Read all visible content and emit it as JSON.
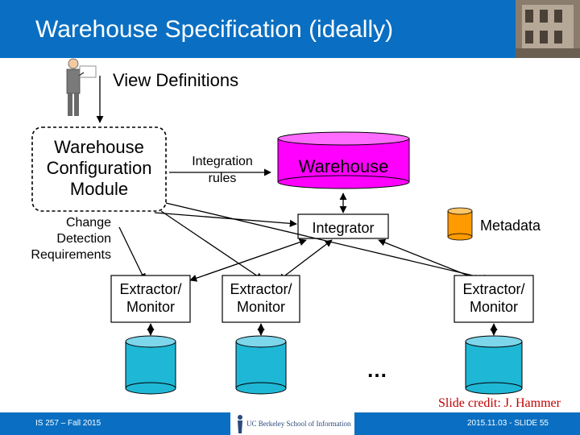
{
  "slide": {
    "title": "Warehouse Specification (ideally)"
  },
  "diagram": {
    "view_definitions": "View Definitions",
    "config_module": "Warehouse Configuration Module",
    "integration_rules": "Integration rules",
    "change_detection": "Change Detection Requirements",
    "warehouse": "Warehouse",
    "integrator": "Integrator",
    "metadata": "Metadata",
    "extractor1": "Extractor/ Monitor",
    "extractor2": "Extractor/ Monitor",
    "extractor3": "Extractor/ Monitor",
    "ellipsis": "…",
    "credit": "Slide credit: J. Hammer"
  },
  "footer": {
    "course": "IS 257 – Fall 2015",
    "logo_text": "UC Berkeley School of Information",
    "slide_info": "2015.11.03 - SLIDE 55"
  },
  "colors": {
    "header": "#0a6fc2",
    "warehouse": "#ff00ff",
    "database": "#1fb7d6",
    "metadata": "#ff9a00",
    "credit": "#c00000"
  }
}
